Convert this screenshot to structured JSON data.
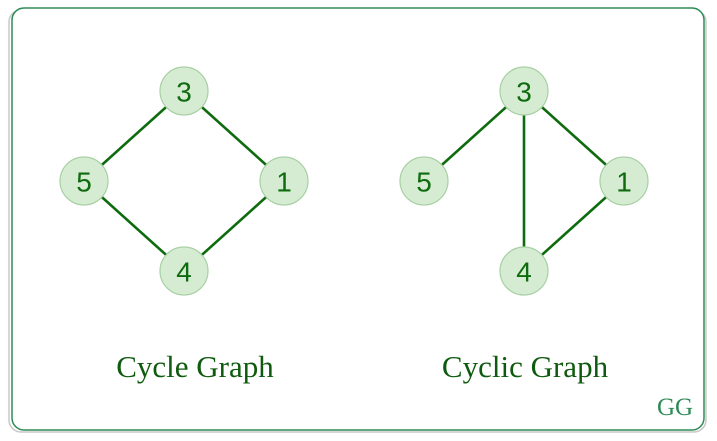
{
  "colors": {
    "edge": "#0e6b0e",
    "node_fill": "#d5ecd3",
    "node_stroke": "#a8d0a4",
    "label": "#0e6b0e",
    "frame": "#2e8b57"
  },
  "graphs": [
    {
      "id": "cycle",
      "caption": "Cycle Graph",
      "nodes": [
        "3",
        "5",
        "1",
        "4"
      ],
      "edges": [
        [
          "3",
          "5"
        ],
        [
          "3",
          "1"
        ],
        [
          "5",
          "4"
        ],
        [
          "1",
          "4"
        ]
      ]
    },
    {
      "id": "cyclic",
      "caption": "Cyclic Graph",
      "nodes": [
        "3",
        "5",
        "1",
        "4"
      ],
      "edges": [
        [
          "3",
          "5"
        ],
        [
          "3",
          "4"
        ],
        [
          "3",
          "1"
        ],
        [
          "1",
          "4"
        ]
      ]
    }
  ],
  "logo": "GG"
}
